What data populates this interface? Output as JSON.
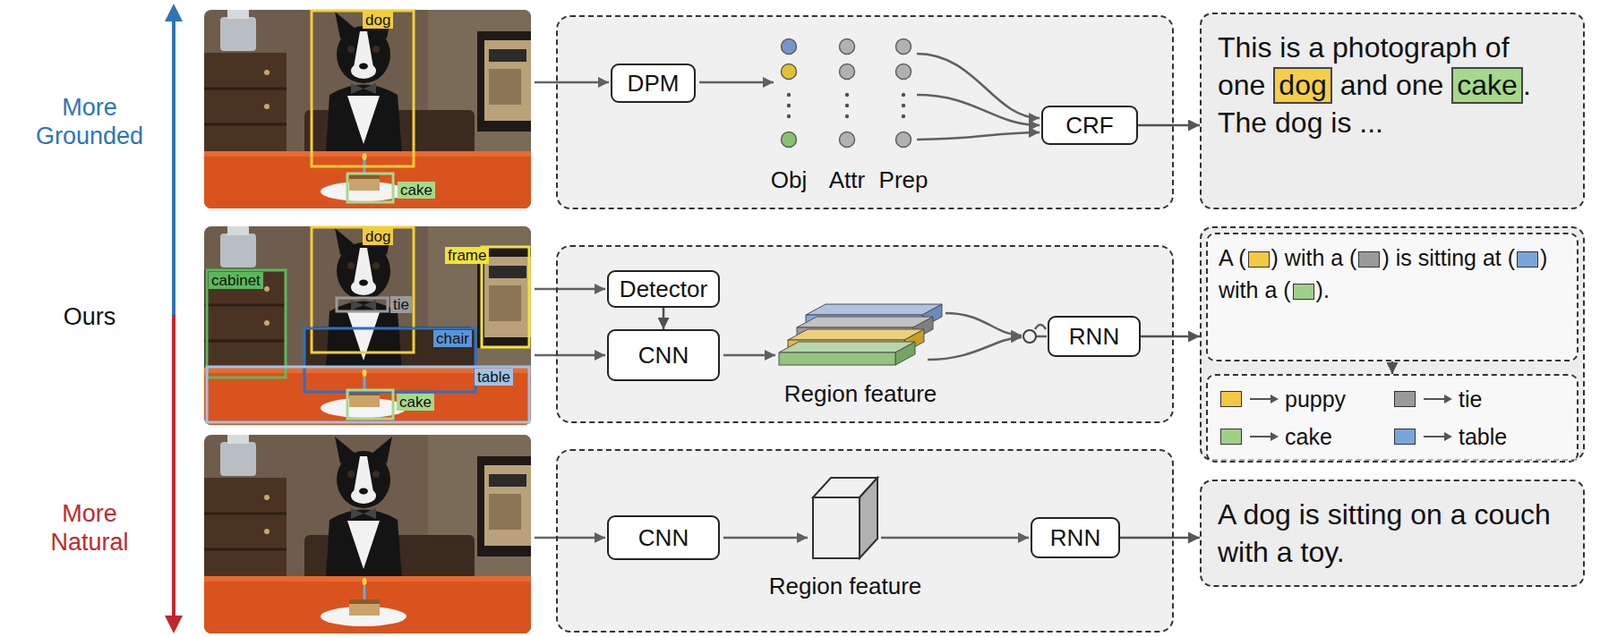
{
  "diagram": {
    "nodes": [
      {
        "text": [
          "Obj",
          "Attr",
          "Prep"
        ]
      },
      {
        "text": [
          "DPM"
        ],
        "in": 0
      },
      {
        "text": [
          "CRF"
        ],
        "in": 0
      },
      {
        "text": [
          "This is a photograph of one",
          "dog",
          "and one",
          "cake",
          ". The dog is ..."
        ]
      },
      {
        "text": [
          "Region feature"
        ]
      },
      {
        "text": [
          "Detector"
        ],
        "in": 4
      },
      {
        "text": [
          "CNN"
        ],
        "in": 4
      },
      {
        "text": [
          "RNN"
        ],
        "in": 4
      },
      {
        "text": []
      },
      {
        "text": [
          "A (",
          ") with a (",
          ") is sitting at (",
          ") with a (",
          ")."
        ],
        "in": 8
      },
      {
        "text": [
          "puppy",
          "tie",
          "cake",
          "table"
        ],
        "in": 8
      },
      {
        "text": [
          "Region feature"
        ]
      },
      {
        "text": [
          "CNN"
        ],
        "in": 11
      },
      {
        "text": [
          "RNN"
        ],
        "in": 11
      },
      {
        "text": [
          "A dog is sitting on a couch with a toy."
        ]
      }
    ],
    "edges": [
      {
        "from": 2,
        "to": 3,
        "arrow": "to"
      },
      {
        "from": 5,
        "to": 6,
        "arrow": "to"
      },
      {
        "from": 7,
        "to": 8,
        "arrow": "to"
      },
      {
        "from": 9,
        "to": 10,
        "arrow": "to"
      },
      {
        "from": 13,
        "to": 14,
        "arrow": "to"
      }
    ],
    "labels": [
      "More Grounded",
      "dog",
      "cake",
      "dog",
      "frame",
      "cabinet",
      "tie",
      "Ours",
      "chair",
      "table",
      "cake",
      "More Natural"
    ]
  }
}
